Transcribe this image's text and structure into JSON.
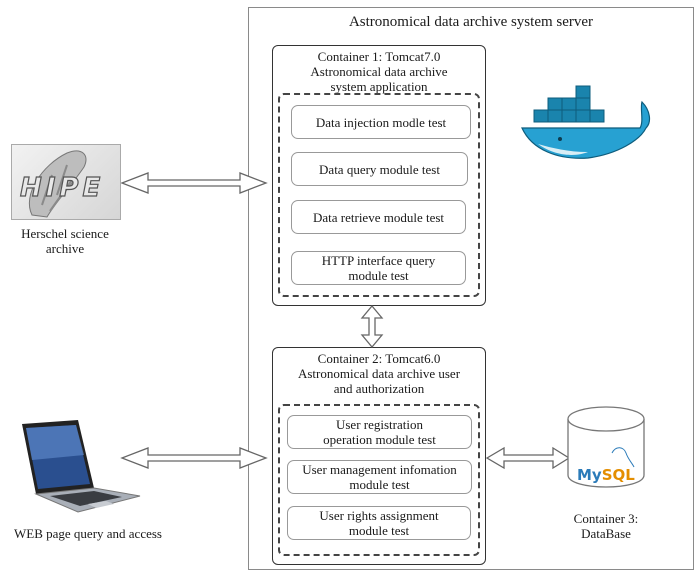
{
  "server": {
    "title": "Astronomical data archive system server"
  },
  "container1": {
    "title_line1": "Container 1:  Tomcat7.0",
    "title_line2": "Astronomical data archive",
    "title_line3": "system application",
    "modules": [
      {
        "line1": "Data injection modle test",
        "line2": ""
      },
      {
        "line1": "Data query module test",
        "line2": ""
      },
      {
        "line1": "Data retrieve module test",
        "line2": ""
      },
      {
        "line1": "HTTP interface query",
        "line2": "module test"
      }
    ]
  },
  "container2": {
    "title_line1": "Container 2:  Tomcat6.0",
    "title_line2": "Astronomical data archive user",
    "title_line3": "and authorization",
    "modules": [
      {
        "line1": "User registration",
        "line2": "operation module test"
      },
      {
        "line1": "User management infomation",
        "line2": "module test"
      },
      {
        "line1": "User rights assignment",
        "line2": "module test"
      }
    ]
  },
  "container3": {
    "label_line1": "Container 3:",
    "label_line2": "DataBase",
    "logo_text_my": "My",
    "logo_text_sql": "SQL",
    "icon": "database-cylinder-icon"
  },
  "herschel": {
    "label_line1": "Herschel science",
    "label_line2": "archive",
    "logo_text": "HIPE",
    "icon": "hipe-logo-icon"
  },
  "web": {
    "label": "WEB page query and access",
    "icon": "laptop-icon"
  },
  "docker": {
    "icon": "docker-whale-icon"
  },
  "colors": {
    "docker_blue": "#1f8fc0",
    "mysql_blue": "#2b7bb9",
    "mysql_orange": "#e48e00",
    "border_dark": "#333333",
    "border_light": "#999999"
  }
}
